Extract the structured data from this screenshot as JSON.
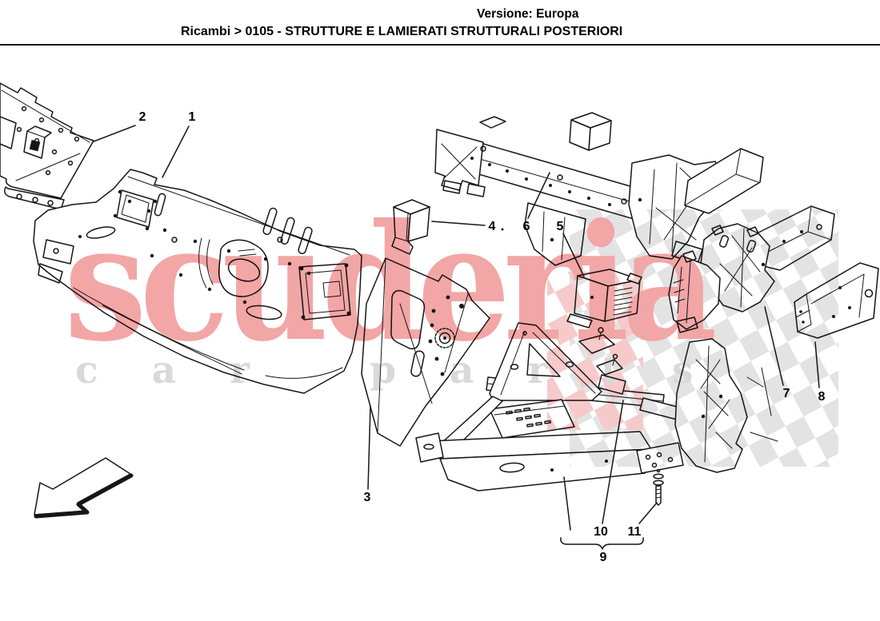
{
  "header": {
    "version_label": "Versione: Europa",
    "breadcrumb": "Ricambi > 0105 - STRUTTURE E LAMIERATI STRUTTURALI POSTERIORI"
  },
  "diagram": {
    "callouts": [
      {
        "label": "1"
      },
      {
        "label": "2"
      },
      {
        "label": "3"
      },
      {
        "label": "4"
      },
      {
        "label": "5"
      },
      {
        "label": "6"
      },
      {
        "label": "7"
      },
      {
        "label": "8"
      },
      {
        "label": "9"
      },
      {
        "label": "10"
      },
      {
        "label": "11"
      }
    ]
  },
  "watermark": {
    "brand": "scuderia",
    "tagline": "car parts",
    "brand_color": "#f2a6a6",
    "tagline_color": "#d9d9d9",
    "checker_grey": "#e3e3e3",
    "checker_pink": "#f6caca"
  }
}
